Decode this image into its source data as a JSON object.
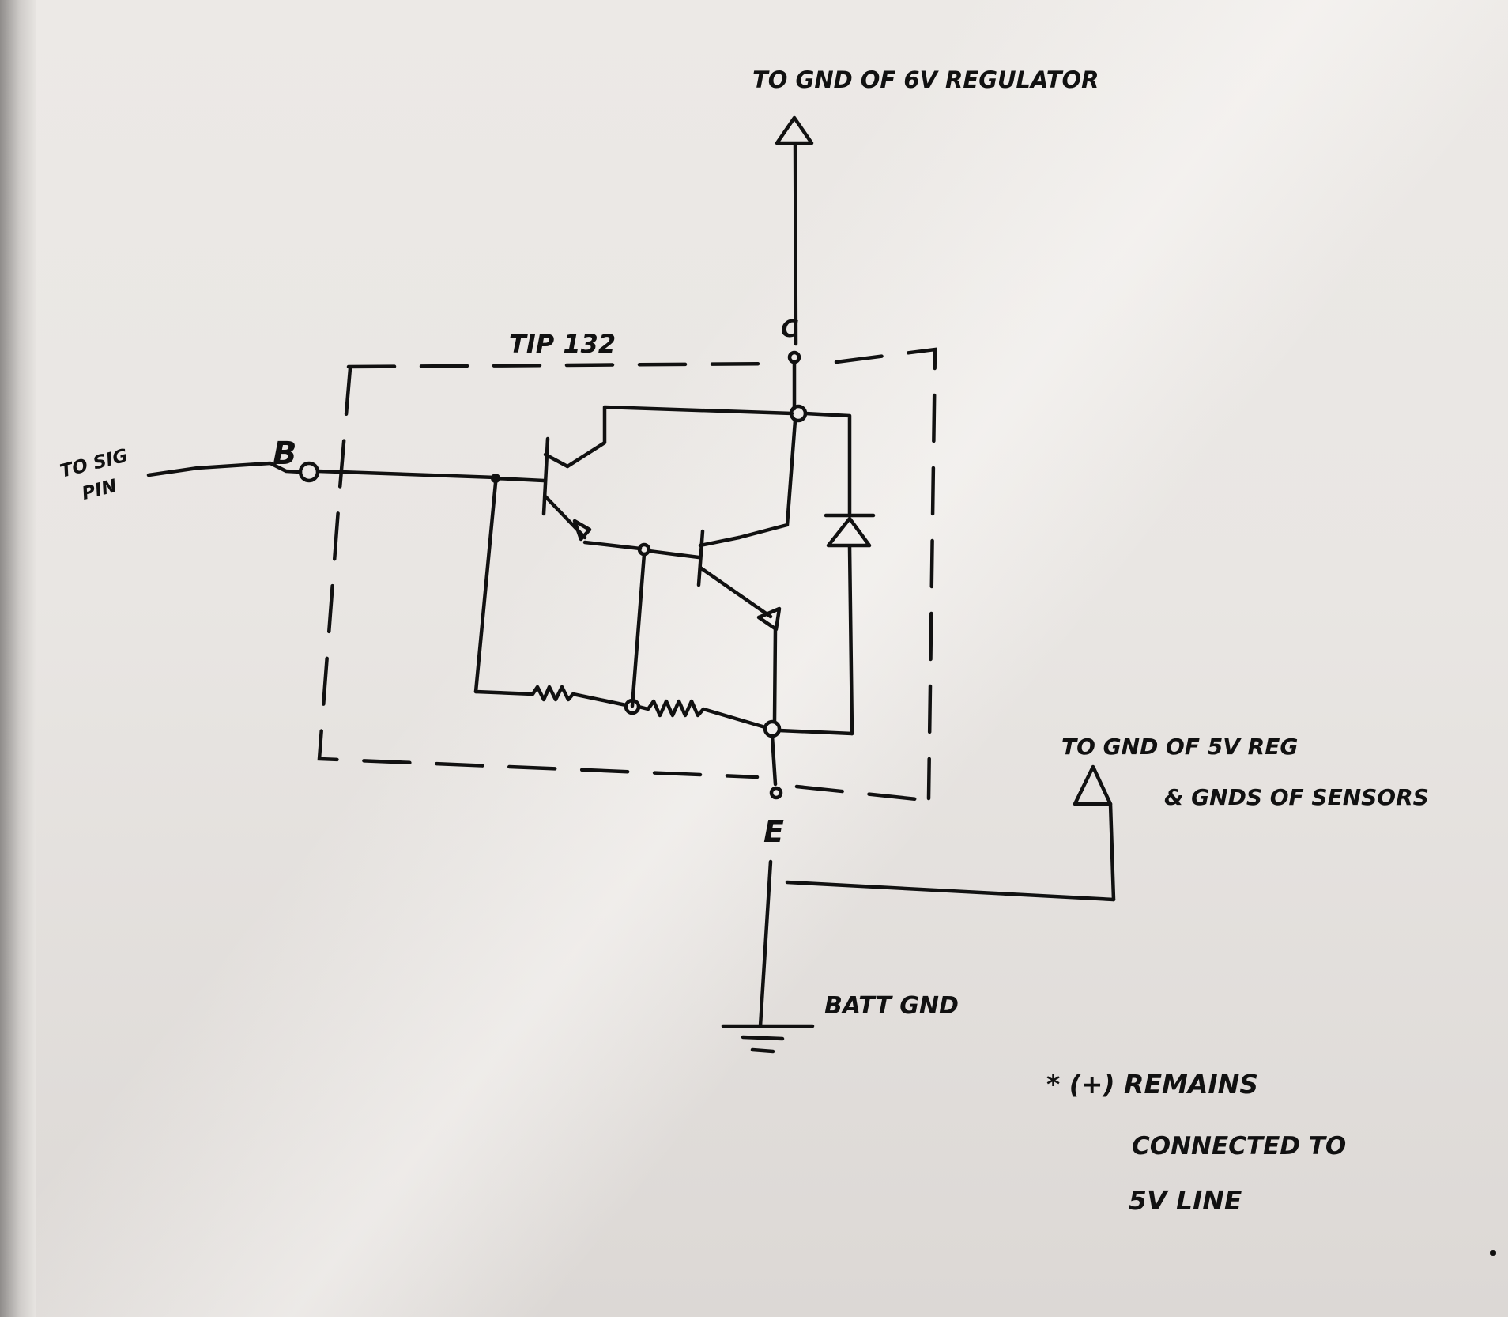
{
  "labels": {
    "top_ground": "TO GND OF 6V REGULATOR",
    "transistor": "TIP 132",
    "collector": "C",
    "base": "B",
    "emitter": "E",
    "signal_in_line1": "TO SIG",
    "signal_in_line2": "PIN",
    "right_ground_line1": "TO GND OF 5V REG",
    "right_ground_line2": "& GNDS OF SENSORS",
    "battery_ground": "BATT GND",
    "note_line1": "* (+) REMAINS",
    "note_line2": "CONNECTED TO",
    "note_line3": "5V LINE"
  },
  "colors": {
    "ink": "#111111",
    "paper": "#e9e6e3"
  }
}
